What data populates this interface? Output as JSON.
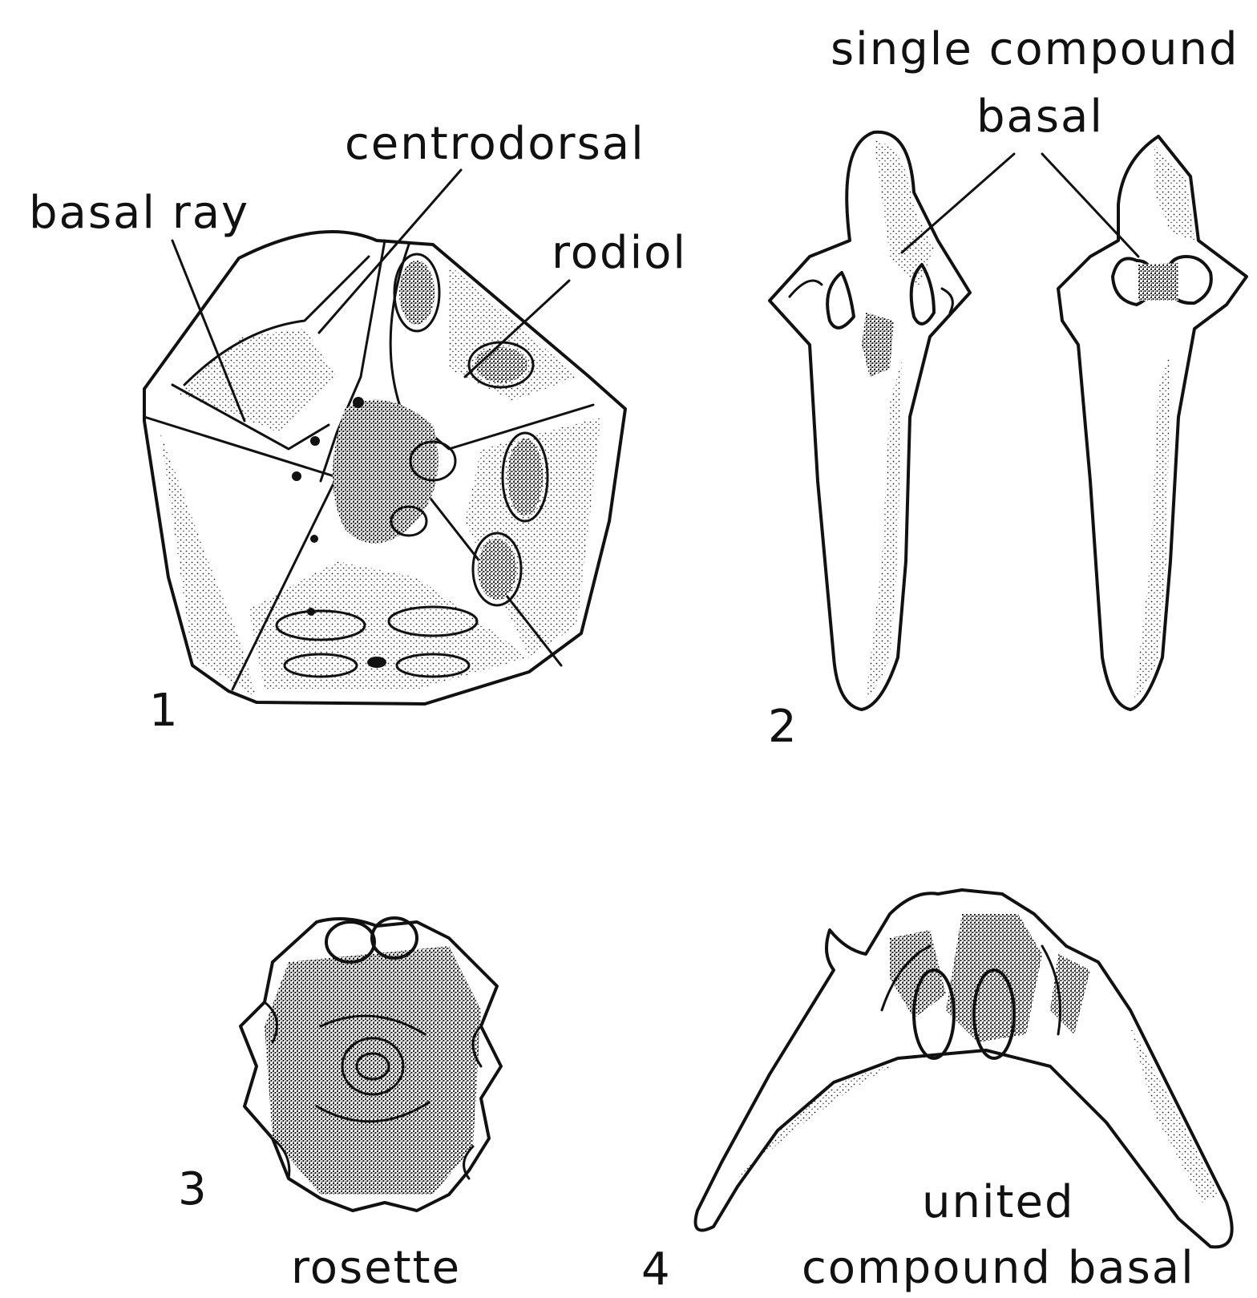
{
  "figures": [
    {
      "number": "1",
      "labels": {
        "centrodorsal": "centrodorsal",
        "basal_ray": "basal ray",
        "radial": "rodiol"
      }
    },
    {
      "number": "2",
      "labels": {
        "single_compound_basal_line1": "single compound",
        "single_compound_basal_line2": "basal"
      }
    },
    {
      "number": "3",
      "labels": {
        "rosette": "rosette"
      }
    },
    {
      "number": "4",
      "labels": {
        "united_compound_basal_line1": "united",
        "united_compound_basal_line2": "compound basal"
      }
    }
  ],
  "colors": {
    "ink": "#111111",
    "paper": "#ffffff"
  }
}
